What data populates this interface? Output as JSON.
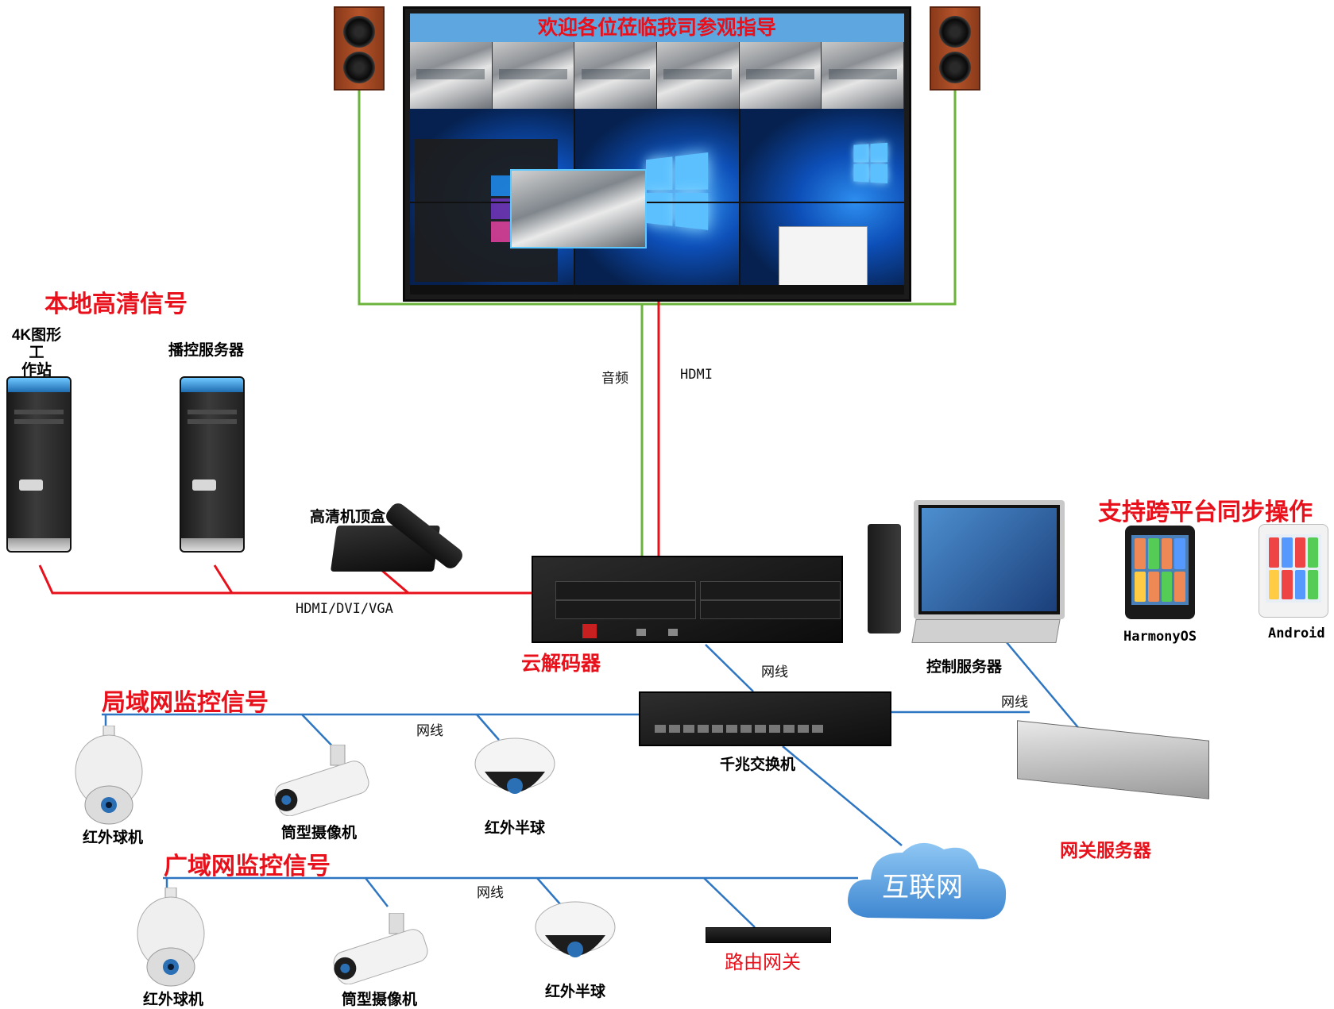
{
  "wall": {
    "banner": "欢迎各位莅临我司参观指导"
  },
  "labels": {
    "local_hd": "本地高清信号",
    "workstation": "4K图形工\n作站",
    "play_server": "播控服务器",
    "stb": "高清机顶盒",
    "hdmi_dvi_vga": "HDMI/DVI/VGA",
    "audio": "音频",
    "hdmi": "HDMI",
    "cloud_decoder": "云解码器",
    "control_server": "控制服务器",
    "cross_platform": "支持跨平台同步操作",
    "harmony": "HarmonyOS",
    "android": "Android",
    "network_cable_1": "网线",
    "network_cable_2": "网线",
    "network_cable_3": "网线",
    "network_cable_4": "网线",
    "lan_monitor": "局域网监控信号",
    "wan_monitor": "广域网监控信号",
    "gigabit_switch": "千兆交换机",
    "gateway_server": "网关服务器",
    "internet": "互联网",
    "router_gateway": "路由网关",
    "ir_dome_1": "红外球机",
    "bullet_1": "筒型摄像机",
    "ir_half_1": "红外半球",
    "ir_dome_2": "红外球机",
    "bullet_2": "筒型摄像机",
    "ir_half_2": "红外半球"
  },
  "colors": {
    "red_line": "#e8101a",
    "green_line": "#6bb33a",
    "blue_line": "#2f76c2",
    "red_text": "#e8101a"
  }
}
